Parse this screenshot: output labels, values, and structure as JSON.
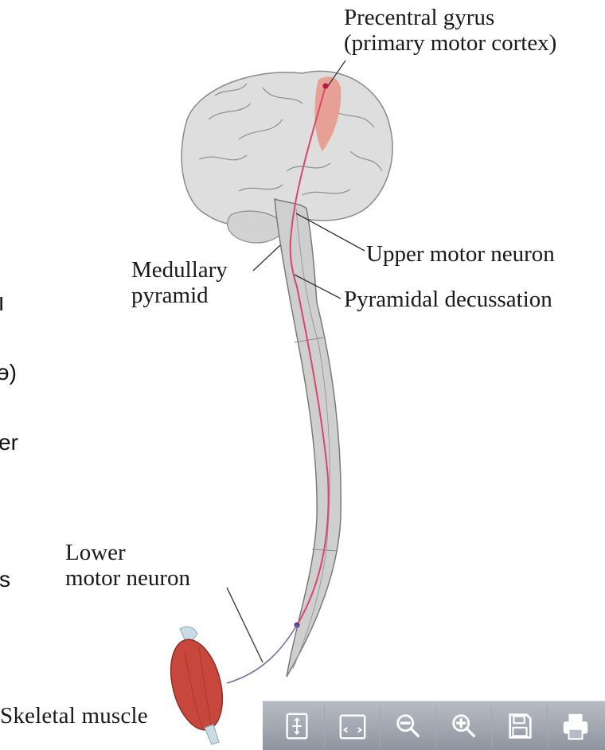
{
  "labels": {
    "precentral": [
      "Precentral gyrus",
      "(primary motor cortex)"
    ],
    "upper_motor_neuron": "Upper motor neuron",
    "medullary_pyramid": [
      "Medullary",
      "pyramid"
    ],
    "pyramidal_decussation": "Pyramidal decussation",
    "lower_motor_neuron": [
      "Lower",
      "motor neuron"
    ],
    "skeletal_muscle": "Skeletal muscle"
  },
  "side_fragments": [
    "ו",
    "ɘ)",
    "er",
    "s"
  ],
  "toolbar": {
    "buttons": [
      "fit-page-icon",
      "fit-width-icon",
      "zoom-out-icon",
      "zoom-in-icon",
      "save-icon",
      "print-icon"
    ]
  },
  "colors": {
    "neuron": "#d9476b",
    "cortex_highlight": "#e89a8c",
    "brain": "#dcdcdc",
    "muscle": "#c8473c"
  }
}
